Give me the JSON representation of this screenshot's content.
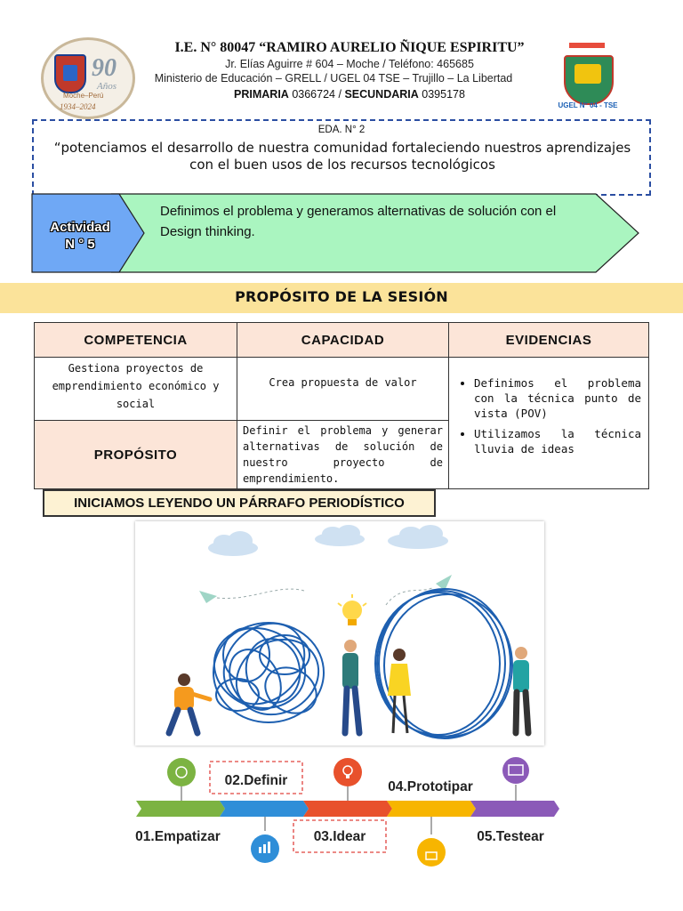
{
  "header": {
    "school_name": "I.E. N° 80047 “RAMIRO AURELIO ÑIQUE ESPIRITU”",
    "address": "Jr. Elías Aguirre # 604 – Moche / Teléfono: 465685",
    "ministry": "Ministerio de Educación – GRELL / UGEL 04 TSE – Trujillo – La Libertad",
    "primary_label": "PRIMARIA",
    "primary_code": "0366724",
    "separator": "/",
    "secondary_label": "SECUNDARIA",
    "secondary_code": "0395178",
    "left_logo": {
      "number": "90",
      "word": "Años",
      "place": "Moche–Perú",
      "years": "1934–2024"
    },
    "right_logo": {
      "text": "UGEL N° 04 - TSE"
    }
  },
  "eda": {
    "title": "EDA. N° 2",
    "text": "“potenciamos el desarrollo de nuestra comunidad fortaleciendo nuestros aprendizajes con el buen usos de  los recursos tecnológicos"
  },
  "activity": {
    "label_line1": "Actividad",
    "label_line2": "N ° 5",
    "text": "Definimos el problema y generamos alternativas de solución con el Design thinking."
  },
  "purpose_title": "PROPÓSITO DE LA SESIÓN",
  "table": {
    "headers": [
      "COMPETENCIA",
      "CAPACIDAD",
      "EVIDENCIAS"
    ],
    "competencia": "Gestiona proyectos de emprendimiento económico y social",
    "capacidad": "Crea propuesta de valor",
    "evidencias": [
      "Definimos el problema con la técnica punto de vista (POV)",
      "Utilizamos la técnica lluvia de ideas"
    ],
    "proposito_label": "PROPÓSITO",
    "proposito_text": "Definir el problema y generar alternativas de solución de nuestro proyecto de emprendimiento."
  },
  "lead_heading": "INICIAMOS LEYENDO UN PÁRRAFO PERIODÍSTICO",
  "timeline": {
    "steps": [
      {
        "label": "01.Empatizar",
        "color": "#7cb342"
      },
      {
        "label": "02.Definir",
        "color": "#2f8ed8"
      },
      {
        "label": "03.Idear",
        "color": "#e8512c"
      },
      {
        "label": "04.Prototipar",
        "color": "#f7b500"
      },
      {
        "label": "05.Testear",
        "color": "#8b5ab8"
      }
    ]
  }
}
